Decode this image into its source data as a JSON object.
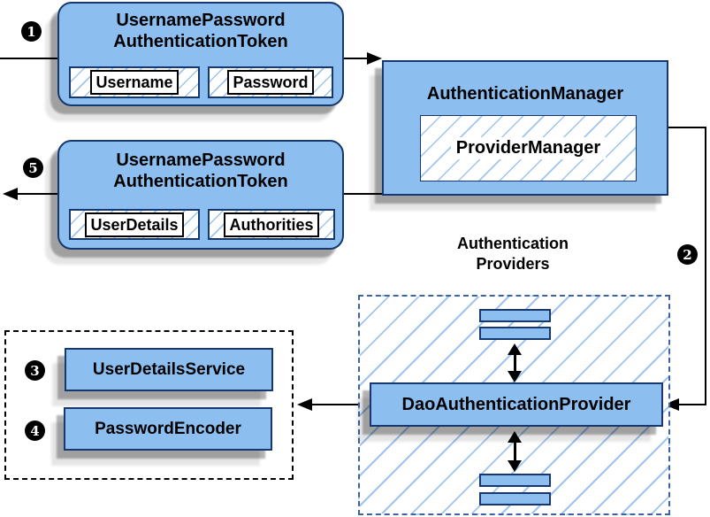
{
  "diagram": {
    "steps": {
      "s1": "1",
      "s2": "2",
      "s3": "3",
      "s4": "4",
      "s5": "5"
    },
    "token_request": {
      "title_line1": "UsernamePassword",
      "title_line2": "AuthenticationToken",
      "field1": "Username",
      "field2": "Password"
    },
    "auth_manager": {
      "title": "AuthenticationManager",
      "inner": "ProviderManager"
    },
    "token_response": {
      "title_line1": "UsernamePassword",
      "title_line2": "AuthenticationToken",
      "field1": "UserDetails",
      "field2": "Authorities"
    },
    "providers": {
      "label_line1": "Authentication",
      "label_line2": "Providers",
      "dao": "DaoAuthenticationProvider"
    },
    "services": {
      "user_details_service": "UserDetailsService",
      "password_encoder": "PasswordEncoder"
    }
  },
  "colors": {
    "box-blue": "#8CBEF0",
    "border-navy": "#16386F",
    "hatch-blue": "#9FC4F0",
    "dashed-blue": "#3D63A5",
    "ink": "#000000"
  }
}
